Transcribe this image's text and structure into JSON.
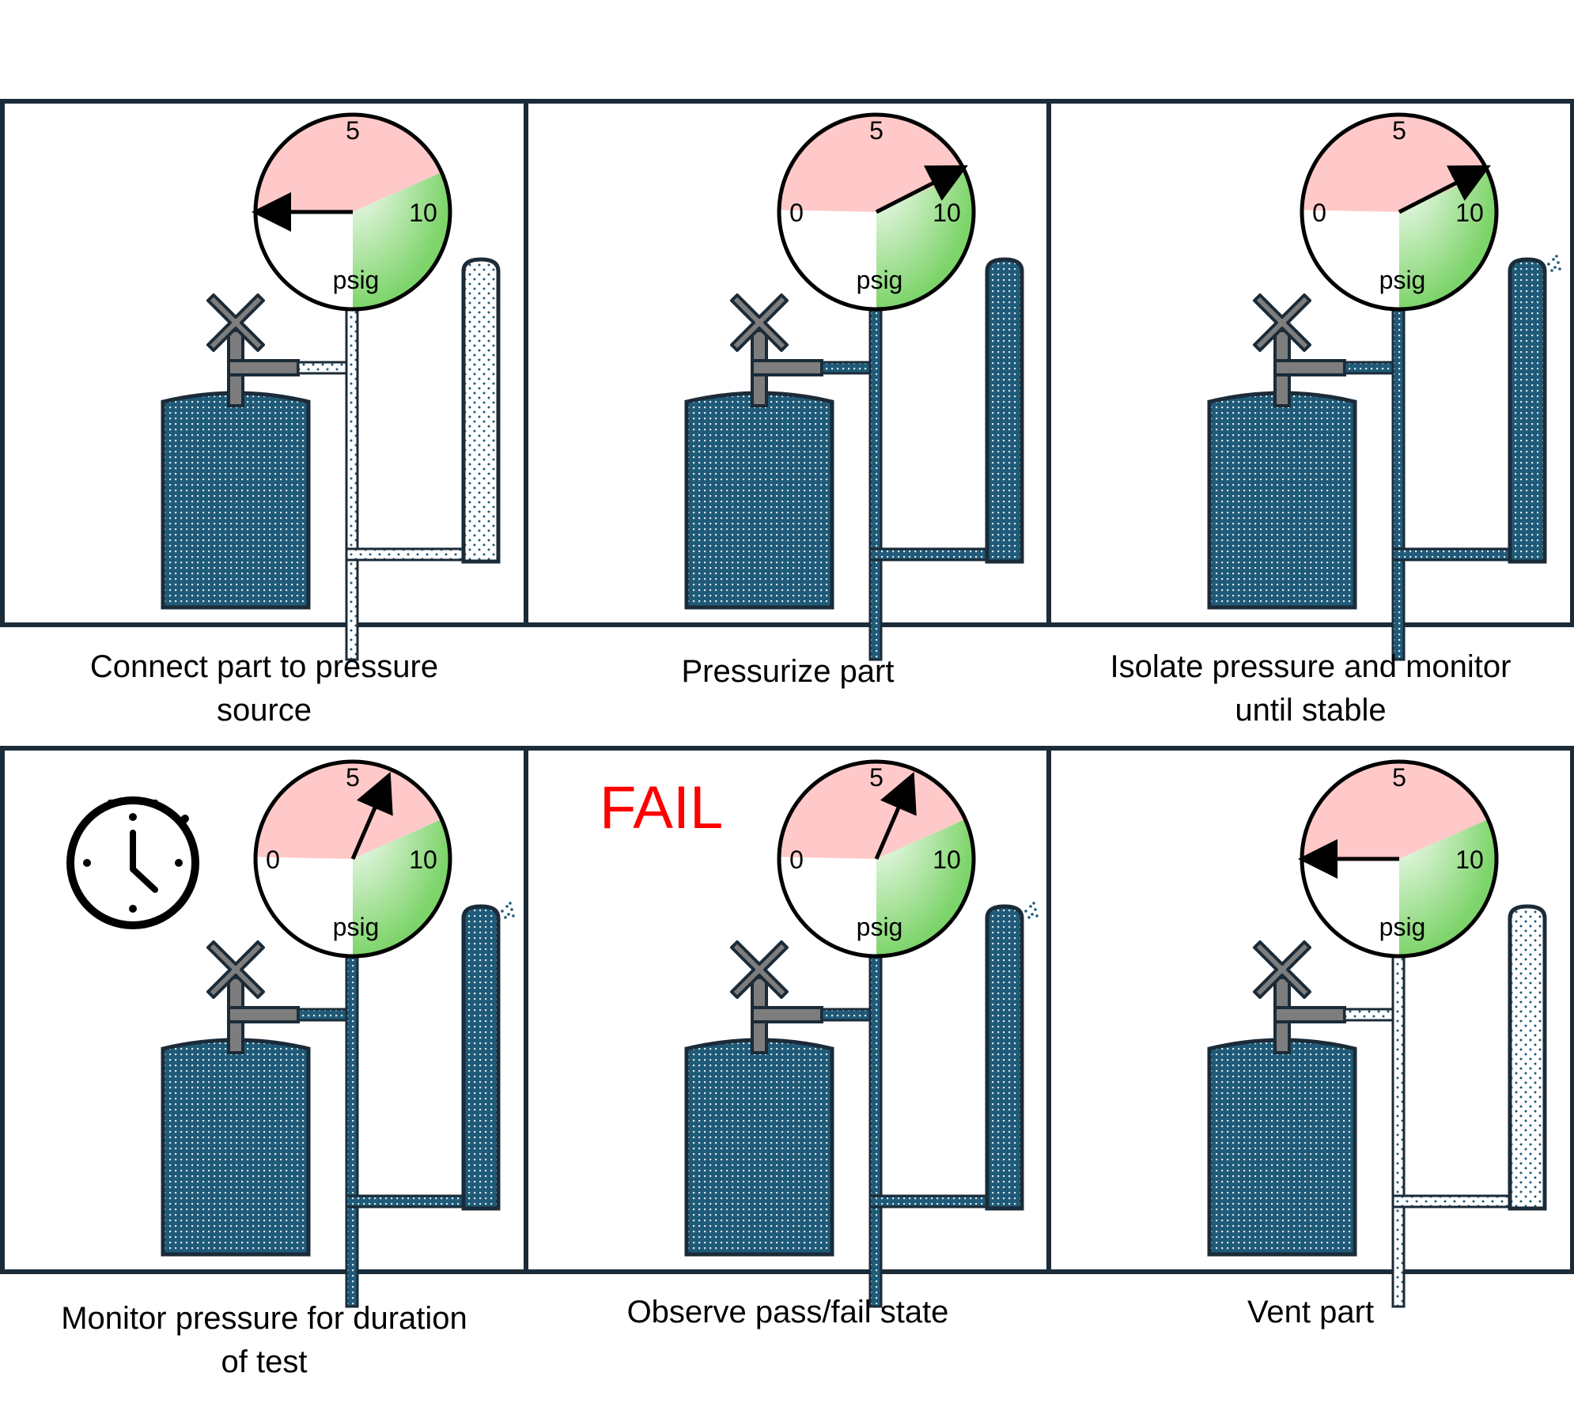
{
  "gauge": {
    "min_label": "0",
    "mid_label": "5",
    "max_label": "10",
    "unit": "psig"
  },
  "colors": {
    "frame": "#1b2b38",
    "fluid": "#1f5a78",
    "fluid_dot": "#ffffff",
    "valve": "#7d7d7d",
    "fail_zone": "#ffc9c9",
    "pass_zone": "#7dd46a",
    "fail_text": "#ff0000"
  },
  "panels": [
    {
      "caption_lines": [
        "Connect part to pressure",
        "source"
      ],
      "pressure": 0,
      "part_filled": false,
      "leak": false,
      "stopwatch": false,
      "status_label": ""
    },
    {
      "caption_lines": [
        "Pressurize part"
      ],
      "pressure": 8.5,
      "part_filled": true,
      "leak": false,
      "stopwatch": false,
      "status_label": ""
    },
    {
      "caption_lines": [
        "Isolate pressure and monitor",
        "until stable"
      ],
      "pressure": 8.5,
      "part_filled": true,
      "leak": true,
      "stopwatch": false,
      "status_label": ""
    },
    {
      "caption_lines": [
        "Monitor pressure for duration",
        "of test"
      ],
      "pressure": 6.3,
      "part_filled": true,
      "leak": true,
      "stopwatch": true,
      "status_label": ""
    },
    {
      "caption_lines": [
        "Observe pass/fail state"
      ],
      "pressure": 6.3,
      "part_filled": true,
      "leak": true,
      "stopwatch": false,
      "status_label": "FAIL"
    },
    {
      "caption_lines": [
        "Vent part"
      ],
      "pressure": 0,
      "part_filled": false,
      "leak": false,
      "stopwatch": false,
      "status_label": ""
    }
  ]
}
